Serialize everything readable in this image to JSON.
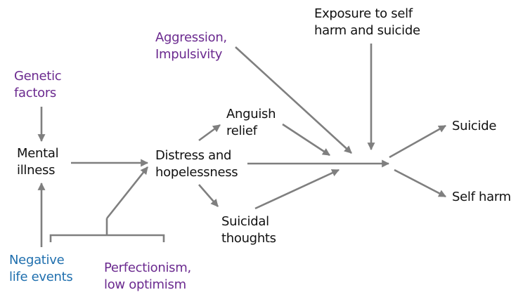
{
  "diagram": {
    "title": "",
    "colors": {
      "arrow": "#7f7f7f",
      "text_default": "#111111",
      "text_risk_factor": "#6b2a8f",
      "text_environmental": "#1f6fae"
    },
    "nodes": {
      "genetic_factors": {
        "lines": [
          "Genetic",
          "factors"
        ],
        "category": "purple"
      },
      "mental_illness": {
        "lines": [
          "Mental",
          "illness"
        ],
        "category": "black"
      },
      "negative_life_events": {
        "lines": [
          "Negative",
          "life events"
        ],
        "category": "blue"
      },
      "perfectionism": {
        "lines": [
          "Perfectionism,",
          "low optimism"
        ],
        "category": "purple"
      },
      "aggression": {
        "lines": [
          "Aggression,",
          "Impulsivity"
        ],
        "category": "purple"
      },
      "distress": {
        "lines": [
          "Distress and",
          "hopelessness"
        ],
        "category": "black"
      },
      "anguish_relief": {
        "lines": [
          "Anguish",
          "relief"
        ],
        "category": "black"
      },
      "suicidal_thoughts": {
        "lines": [
          "Suicidal",
          "thoughts"
        ],
        "category": "black"
      },
      "exposure": {
        "lines": [
          "Exposure to self",
          "harm and suicide"
        ],
        "category": "black"
      },
      "suicide": {
        "lines": [
          "Suicide"
        ],
        "category": "black"
      },
      "self_harm": {
        "lines": [
          "Self harm"
        ],
        "category": "black"
      }
    },
    "edges": [
      {
        "from": "genetic_factors",
        "to": "mental_illness"
      },
      {
        "from": "negative_life_events",
        "to": "mental_illness"
      },
      {
        "from": "mental_illness",
        "to": "distress"
      },
      {
        "from": "negative_life_events + perfectionism",
        "to": "distress"
      },
      {
        "from": "distress",
        "to": "anguish_relief"
      },
      {
        "from": "distress",
        "to": "suicidal_thoughts"
      },
      {
        "from": "distress",
        "to": "junction"
      },
      {
        "from": "aggression",
        "to": "junction"
      },
      {
        "from": "anguish_relief",
        "to": "junction"
      },
      {
        "from": "exposure",
        "to": "junction"
      },
      {
        "from": "suicidal_thoughts",
        "to": "junction"
      },
      {
        "from": "junction",
        "to": "suicide"
      },
      {
        "from": "junction",
        "to": "self_harm"
      }
    ]
  }
}
